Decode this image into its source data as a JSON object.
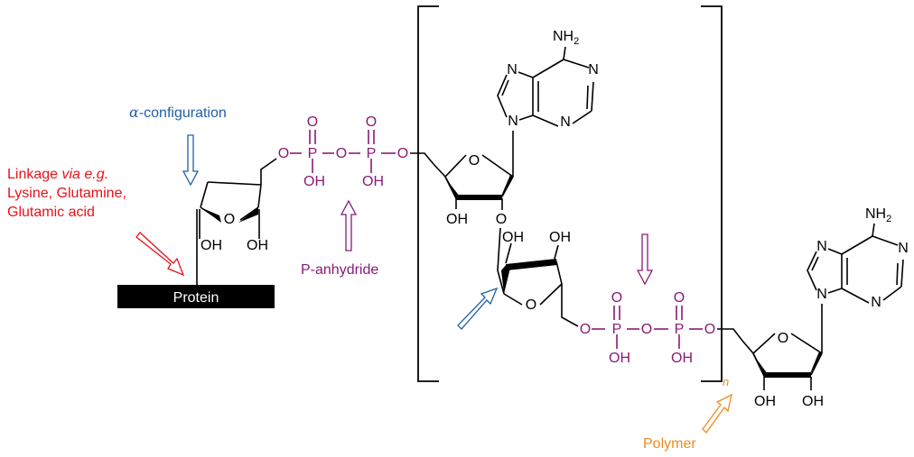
{
  "labels": {
    "alpha_symbol": "α",
    "alpha_rest": "-configuration",
    "linkage_line1_a": "Linkage ",
    "linkage_line1_b": "via e.g.",
    "linkage_line2": "Lysine, Glutamine,",
    "linkage_line3": "Glutamic acid",
    "protein": "Protein",
    "p_anhydride": "P-anhydride",
    "polymer": "Polymer",
    "n_subscript": "n"
  },
  "atoms": {
    "O": "O",
    "P": "P",
    "OH": "OH",
    "N": "N",
    "NH": "NH",
    "two": "2"
  },
  "colors": {
    "linkage": "#e8121a",
    "alpha": "#1f5fa8",
    "phosphate": "#8a1a7a",
    "polymer": "#f08a1c",
    "protein_bg": "#000000",
    "protein_text": "#ffffff"
  }
}
